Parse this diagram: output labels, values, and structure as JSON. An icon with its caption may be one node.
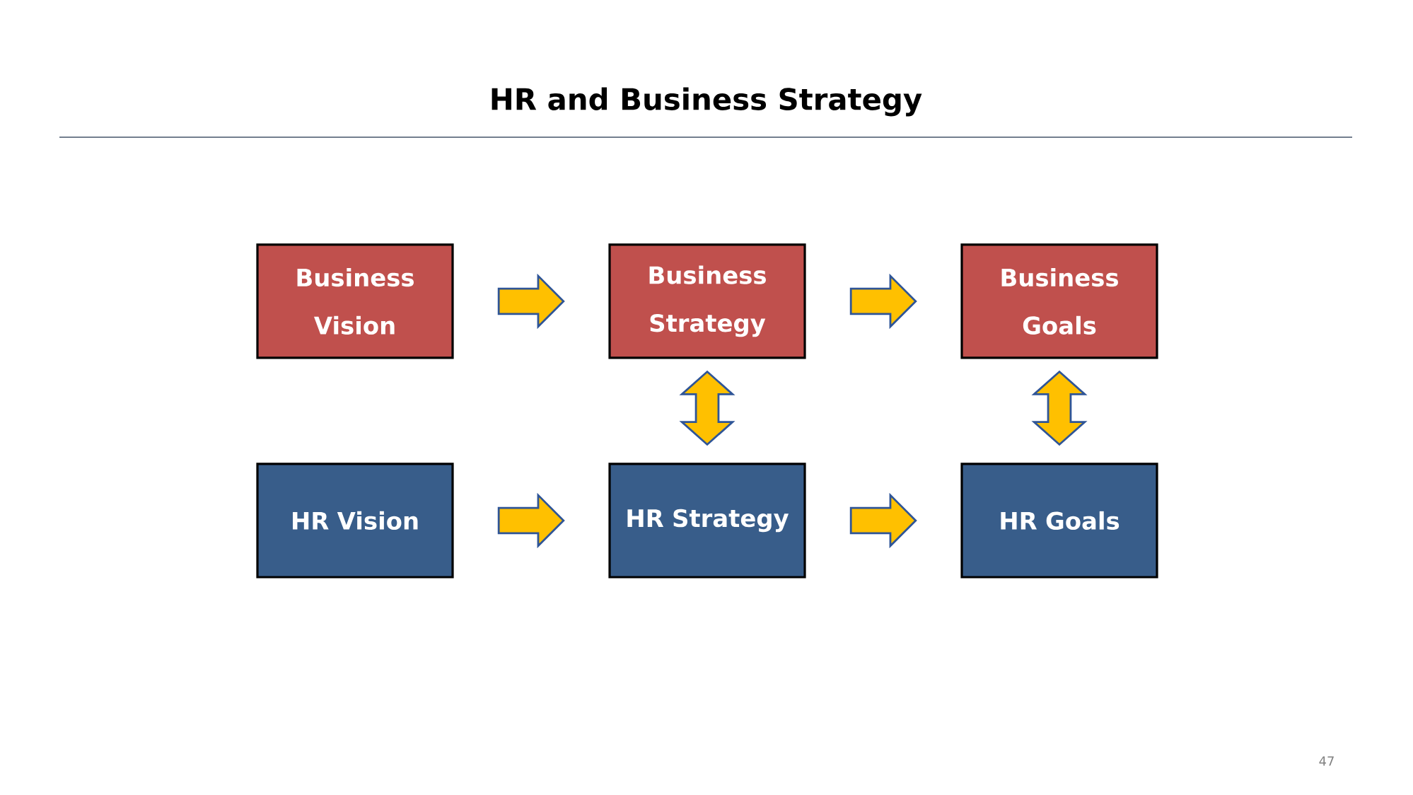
{
  "diagram": {
    "title": "HR and Business Strategy",
    "nodes": [
      {
        "text": [
          "Business Vision"
        ]
      },
      {
        "text": [
          "Business Strategy"
        ]
      },
      {
        "text": [
          "Business Goals"
        ]
      },
      {
        "text": [
          "HR Vision"
        ]
      },
      {
        "text": [
          "HR Strategy"
        ]
      },
      {
        "text": [
          "HR Goals"
        ]
      }
    ],
    "edges": [
      {
        "from": 0,
        "to": 1,
        "arrow": "to"
      },
      {
        "from": 1,
        "to": 2,
        "arrow": "to"
      },
      {
        "from": 1,
        "to": 4,
        "arrow": "both"
      },
      {
        "from": 2,
        "to": 5,
        "arrow": "both"
      },
      {
        "from": 3,
        "to": 4,
        "arrow": "to"
      },
      {
        "from": 4,
        "to": 5,
        "arrow": "to"
      }
    ],
    "labels": [
      "47"
    ]
  }
}
